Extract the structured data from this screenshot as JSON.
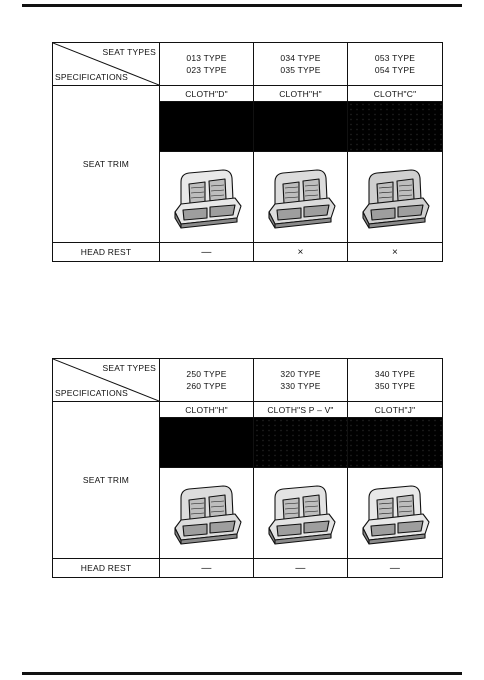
{
  "tables": [
    {
      "header": {
        "seat_types": "SEAT TYPES",
        "specifications": "SPECIFICATIONS"
      },
      "columns": [
        {
          "types": [
            "013  TYPE",
            "023  TYPE"
          ],
          "cloth": "CLOTH\"D\"",
          "seat_color": "#e8e8e8",
          "head_rest": "—"
        },
        {
          "types": [
            "034  TYPE",
            "035  TYPE"
          ],
          "cloth": "CLOTH\"H\"",
          "seat_color": "#dcdcdc",
          "head_rest": "×"
        },
        {
          "types": [
            "053  TYPE",
            "054  TYPE"
          ],
          "cloth": "CLOTH\"C\"",
          "seat_color": "#cfcfcf",
          "head_rest": "×"
        }
      ],
      "row_labels": {
        "seat_trim": "SEAT TRIM",
        "head_rest": "HEAD REST"
      }
    },
    {
      "header": {
        "seat_types": "SEAT TYPES",
        "specifications": "SPECIFICATIONS"
      },
      "columns": [
        {
          "types": [
            "250  TYPE",
            "260  TYPE"
          ],
          "cloth": "CLOTH\"H\"",
          "seat_color": "#dcdcdc",
          "head_rest": "—"
        },
        {
          "types": [
            "320  TYPE",
            "330  TYPE"
          ],
          "cloth": "CLOTH\"S P – V\"",
          "seat_color": "#e3e3e3",
          "head_rest": "—"
        },
        {
          "types": [
            "340  TYPE",
            "350  TYPE"
          ],
          "cloth": "CLOTH\"J\"",
          "seat_color": "#e8e8e8",
          "head_rest": "—"
        }
      ],
      "row_labels": {
        "seat_trim": "SEAT TRIM",
        "head_rest": "HEAD REST"
      }
    }
  ]
}
